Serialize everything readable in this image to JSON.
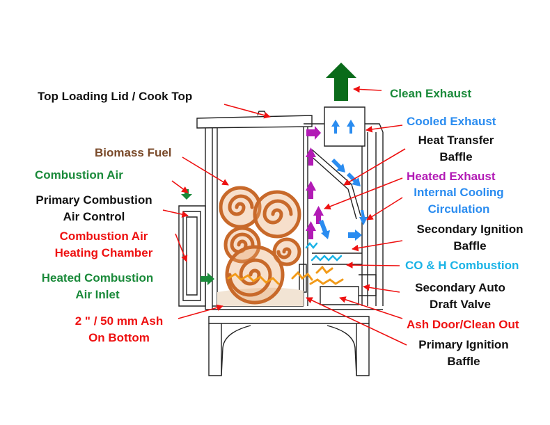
{
  "labels": {
    "clean_exhaust": "Clean Exhaust",
    "top_loading_lid": "Top Loading Lid / Cook Top",
    "cooled_exhaust": "Cooled Exhaust",
    "heat_transfer_baffle_1": "Heat Transfer",
    "heat_transfer_baffle_2": "Baffle",
    "biomass_fuel": "Biomass Fuel",
    "combustion_air": "Combustion Air",
    "heated_exhaust": "Heated Exhaust",
    "internal_cooling_1": "Internal Cooling",
    "internal_cooling_2": "Circulation",
    "primary_air_control_1": "Primary Combustion",
    "primary_air_control_2": "Air Control",
    "heating_chamber_1": "Combustion Air",
    "heating_chamber_2": "Heating Chamber",
    "secondary_ignition_1": "Secondary Ignition",
    "secondary_ignition_2": "Baffle",
    "co_h_combustion": "CO & H Combustion",
    "heated_air_inlet_1": "Heated Combustion",
    "heated_air_inlet_2": "Air Inlet",
    "secondary_draft_1": "Secondary Auto",
    "secondary_draft_2": "Draft Valve",
    "ash_bottom_1": "2 \" / 50 mm Ash",
    "ash_bottom_2": "On Bottom",
    "ash_door": "Ash Door/Clean Out",
    "primary_ignition_1": "Primary Ignition",
    "primary_ignition_2": "Baffle"
  },
  "colors": {
    "label_black": "#111111",
    "label_red": "#ee1111",
    "label_green": "#1a8a3a",
    "label_blue": "#2a8cf0",
    "label_magenta": "#b21ab5",
    "label_brown": "#7a4a2a",
    "label_cyan": "#1ab3e6",
    "fuel": "#c8692a",
    "clean_exhaust_arrow": "#0a6b1a",
    "cool_flow": "#2a8cf0",
    "hot_flow": "#b21ab5",
    "pointer": "#ee1111"
  }
}
